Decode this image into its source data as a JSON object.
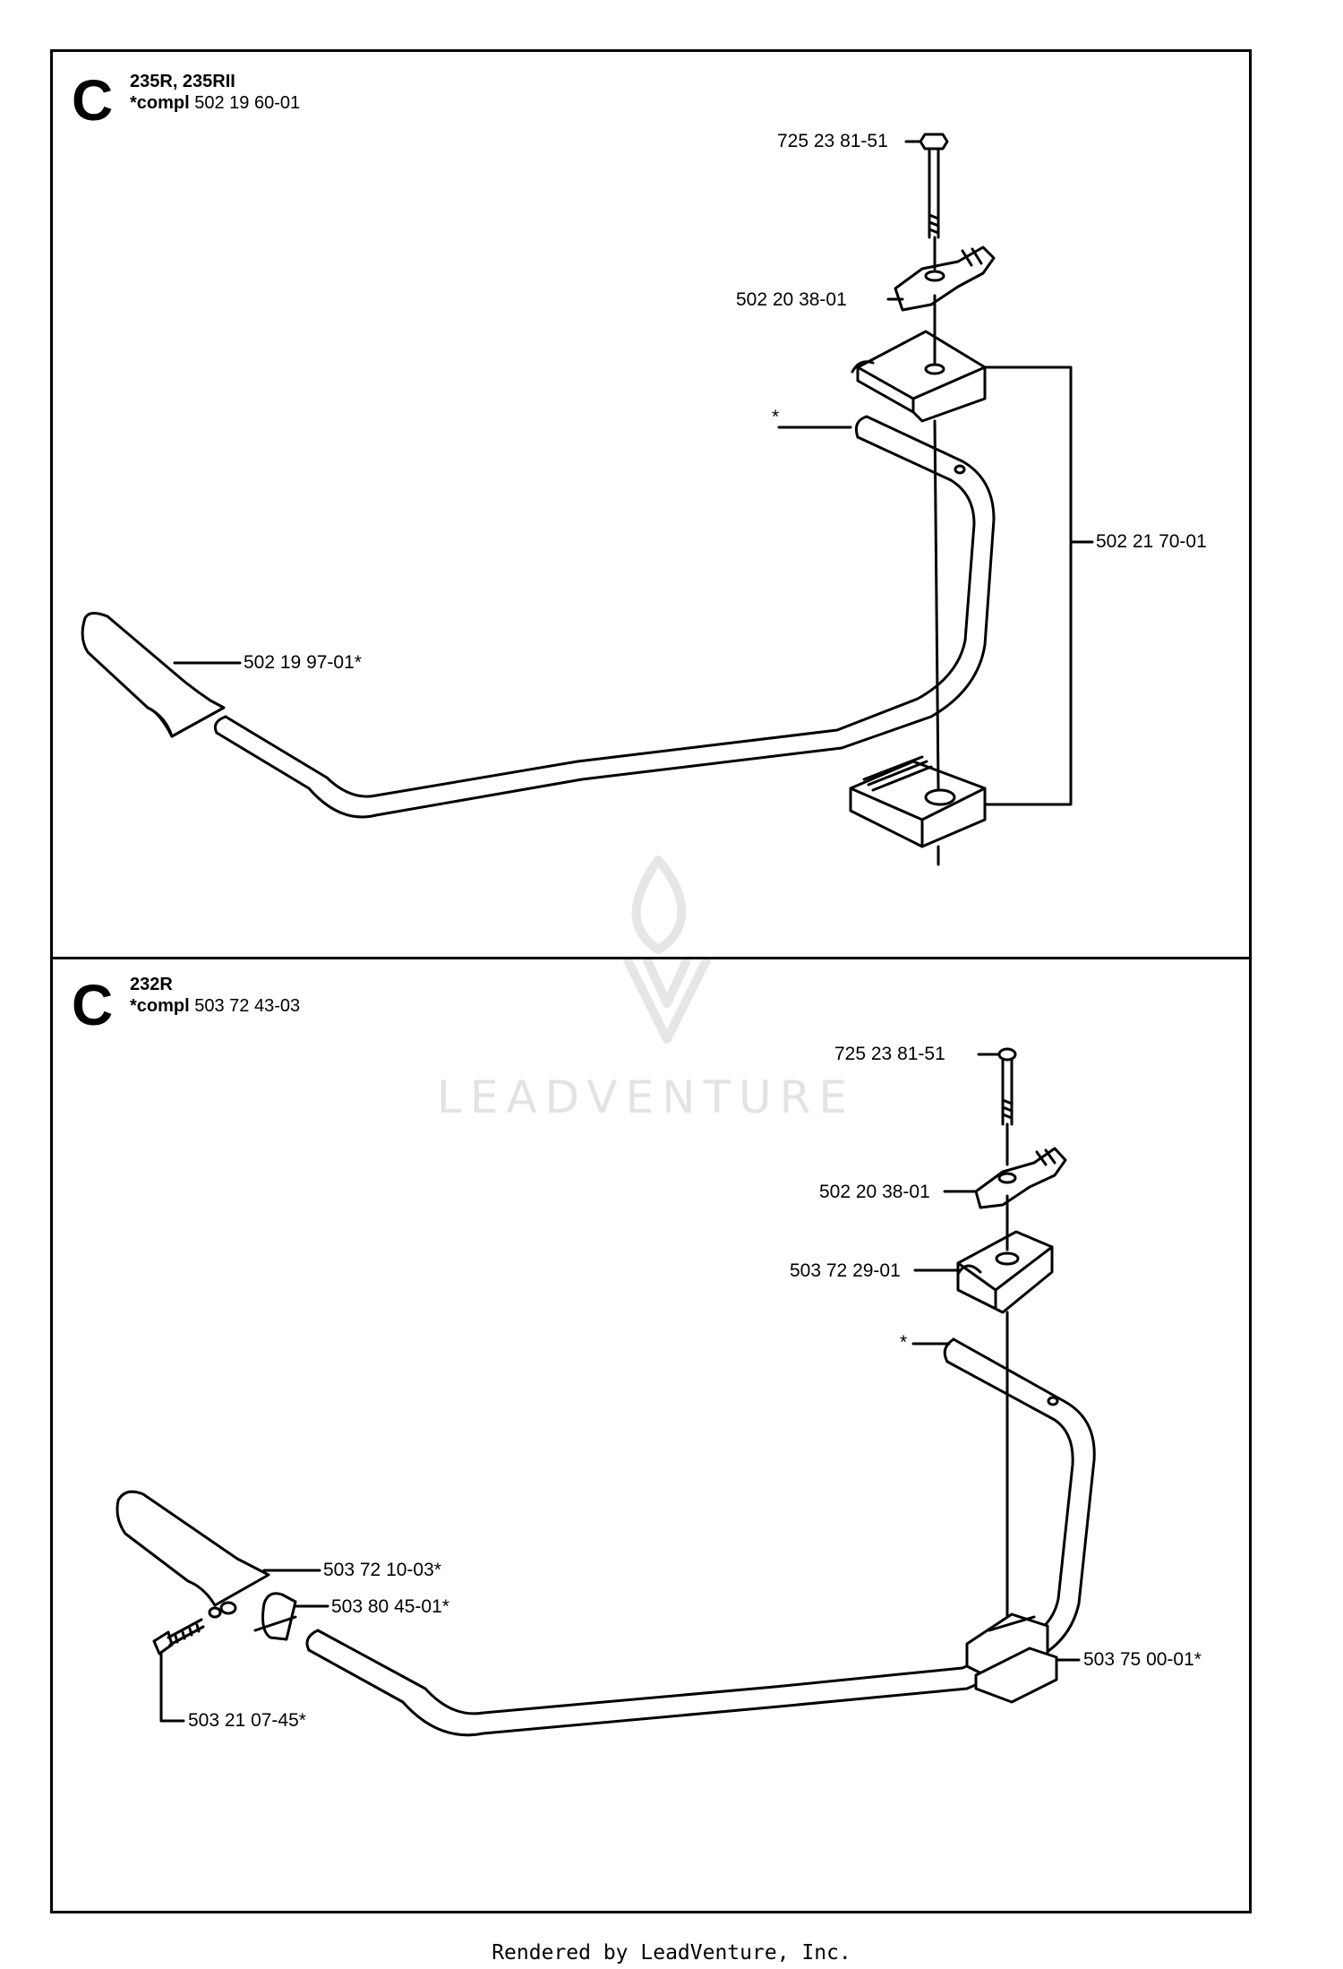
{
  "panels": [
    {
      "letter": "C",
      "model": "235R, 235RII",
      "compl_prefix": "*compl",
      "compl_number": "502 19 60-01",
      "labels": {
        "bolt": "725 23 81-51",
        "knob": "502 20 38-01",
        "tube": "*",
        "clamp": "502 21 70-01",
        "grip": "502 19 97-01*"
      }
    },
    {
      "letter": "C",
      "model": "232R",
      "compl_prefix": "*compl",
      "compl_number": "503 72 43-03",
      "labels": {
        "bolt": "725 23 81-51",
        "knob": "502 20 38-01",
        "clamp_top": "503 72 29-01",
        "tube": "*",
        "grip": "503 72 10-03*",
        "sleeve": "503 80 45-01*",
        "screw": "503 21 07-45*",
        "clamp_bottom": "503 75 00-01*"
      }
    }
  ],
  "watermark": "LEADVENTURE",
  "footer": "Rendered by LeadVenture, Inc."
}
